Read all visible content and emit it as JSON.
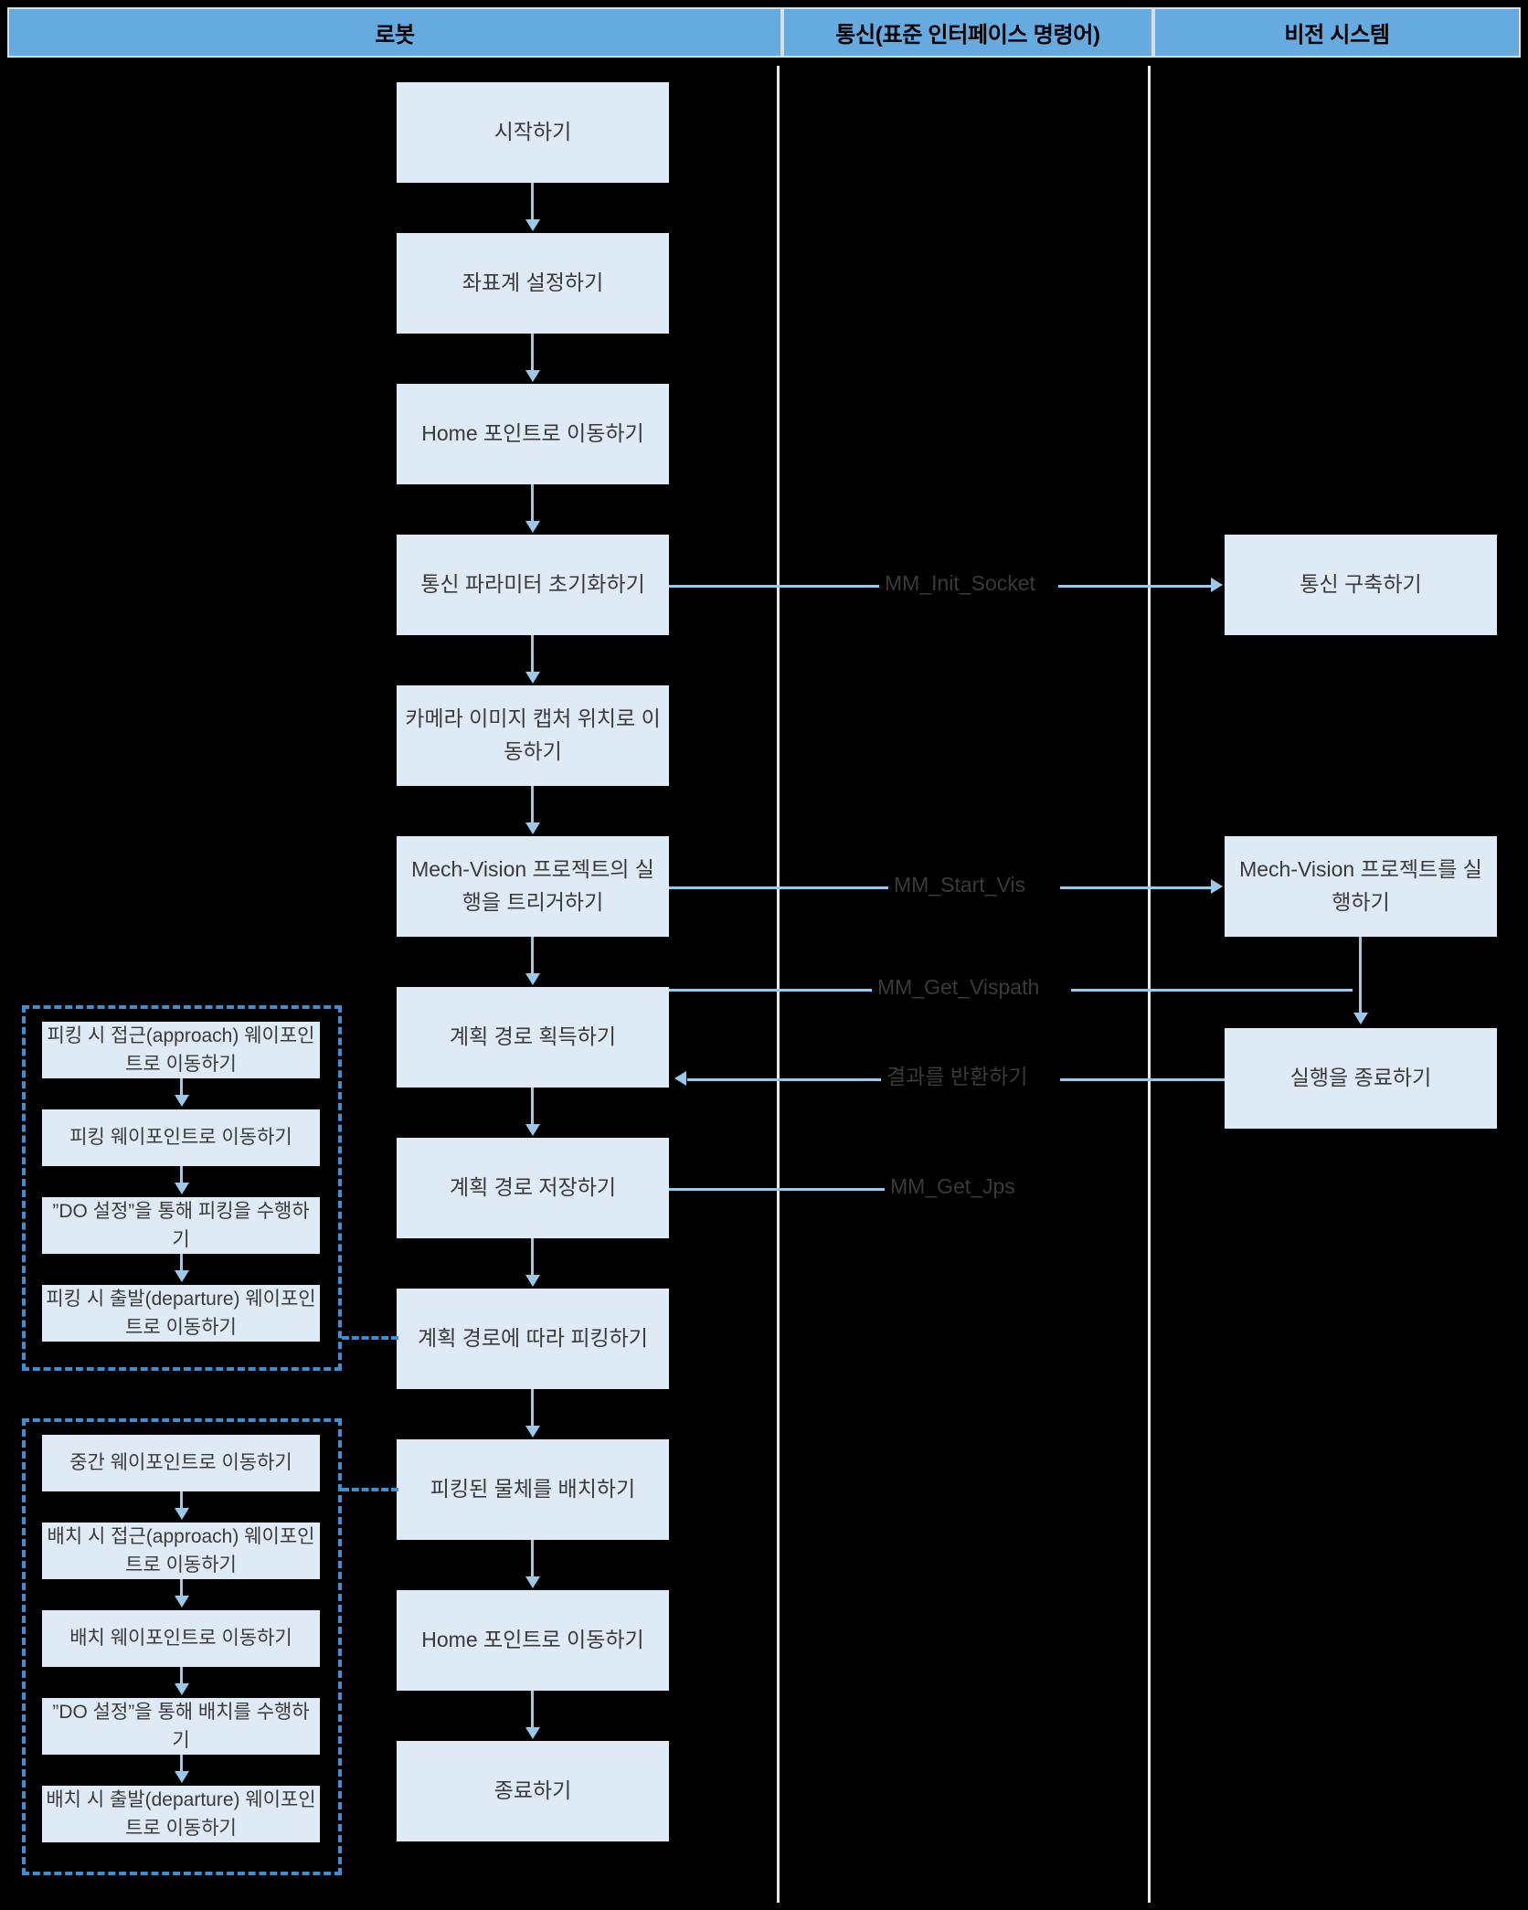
{
  "lanes": {
    "robot": "로봇",
    "comm": "통신(표준 인터페이스 명령어)",
    "vision": "비전 시스템"
  },
  "robot_flow": [
    {
      "id": "start",
      "label": "시작하기"
    },
    {
      "id": "set-frame",
      "label": "좌표계 설정하기"
    },
    {
      "id": "move-home-1",
      "label": "Home 포인트로 이동하기"
    },
    {
      "id": "init-comm-params",
      "label": "통신 파라미터 초기화하기"
    },
    {
      "id": "move-capture-pos",
      "label": "카메라 이미지 캡처 위치로 이동하기"
    },
    {
      "id": "trigger-vision",
      "label": "Mech-Vision 프로젝트의 실행을 트리거하기"
    },
    {
      "id": "get-plan-path",
      "label": "계획 경로 획득하기"
    },
    {
      "id": "save-plan-path",
      "label": "계획 경로 저장하기"
    },
    {
      "id": "pick-along-path",
      "label": "계획 경로에 따라 피킹하기"
    },
    {
      "id": "place-object",
      "label": "피킹된 물체를 배치하기"
    },
    {
      "id": "move-home-2",
      "label": "Home 포인트로 이동하기"
    },
    {
      "id": "end",
      "label": "종료하기"
    }
  ],
  "comm_messages": [
    {
      "id": "init-socket",
      "label": "MM_Init_Socket"
    },
    {
      "id": "start-vis",
      "label": "MM_Start_Vis"
    },
    {
      "id": "get-vispath",
      "label": "MM_Get_Vispath"
    },
    {
      "id": "return-result",
      "label": "결과를 반환하기"
    },
    {
      "id": "get-jps",
      "label": "MM_Get_Jps"
    }
  ],
  "vision_flow": [
    {
      "id": "build-comm",
      "label": "통신 구축하기"
    },
    {
      "id": "run-mechvision",
      "label": "Mech-Vision 프로젝트를 실행하기"
    },
    {
      "id": "end-run",
      "label": "실행을 종료하기"
    }
  ],
  "pick_group": {
    "title": "picking-subroutine",
    "steps": [
      {
        "id": "pick-approach",
        "label": "피킹 시 접근(approach) 웨이포인트로 이동하기"
      },
      {
        "id": "pick-waypoint",
        "label": "피킹 웨이포인트로 이동하기"
      },
      {
        "id": "pick-do",
        "label": "”DO 설정”을 통해 피킹을 수행하기"
      },
      {
        "id": "pick-departure",
        "label": "피킹 시 출발(departure) 웨이포인트로 이동하기"
      }
    ]
  },
  "place_group": {
    "title": "placing-subroutine",
    "steps": [
      {
        "id": "mid-waypoint",
        "label": "중간 웨이포인트로 이동하기"
      },
      {
        "id": "place-approach",
        "label": "배치 시 접근(approach) 웨이포인트로 이동하기"
      },
      {
        "id": "place-waypoint",
        "label": "배치 웨이포인트로 이동하기"
      },
      {
        "id": "place-do",
        "label": "”DO 설정”을 통해 배치를 수행하기"
      },
      {
        "id": "place-departure",
        "label": "배치 시 출발(departure) 웨이포인트로 이동하기"
      }
    ]
  },
  "colors": {
    "header_fill": "#66ABDF",
    "header_border": "#D9DEE3",
    "box_fill": "#DEEAF6",
    "connector": "#9DC9E8",
    "dashed_group": "#3F8FD0",
    "background": "#000000",
    "text": "#3A3A3A",
    "lane_divider": "#E7E9EB"
  }
}
